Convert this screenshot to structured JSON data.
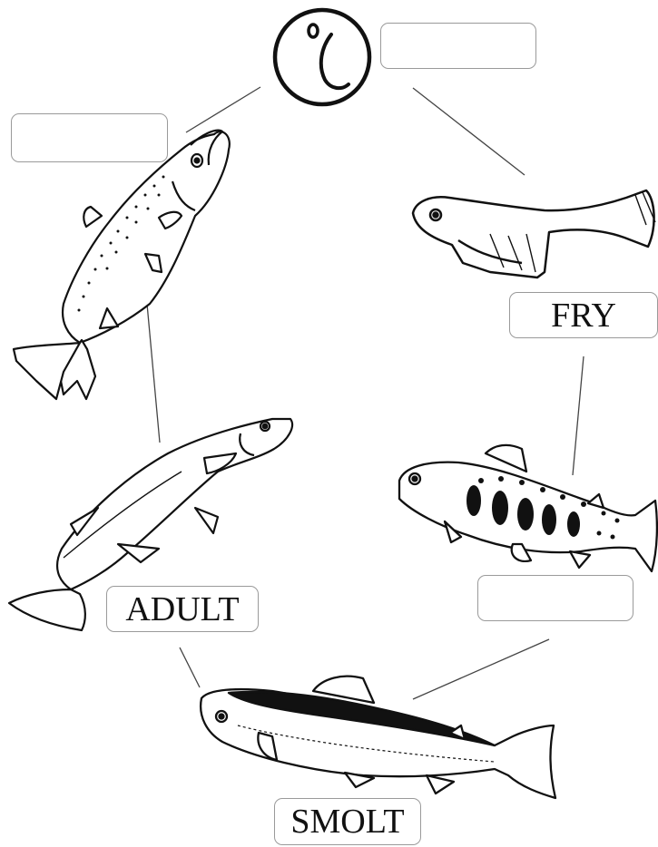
{
  "diagram": {
    "labels": {
      "egg": "",
      "spawner": "",
      "fry": "FRY",
      "parr": "",
      "adult": "ADULT",
      "smolt": "SMOLT"
    },
    "stages": [
      "egg",
      "fry",
      "parr",
      "smolt",
      "adult",
      "spawner"
    ]
  },
  "icons": {
    "egg": "egg-icon",
    "fry": "fry-fish-icon",
    "parr": "parr-fish-icon",
    "smolt": "smolt-fish-icon",
    "adult": "adult-fish-icon",
    "spawner": "spawning-salmon-icon"
  }
}
